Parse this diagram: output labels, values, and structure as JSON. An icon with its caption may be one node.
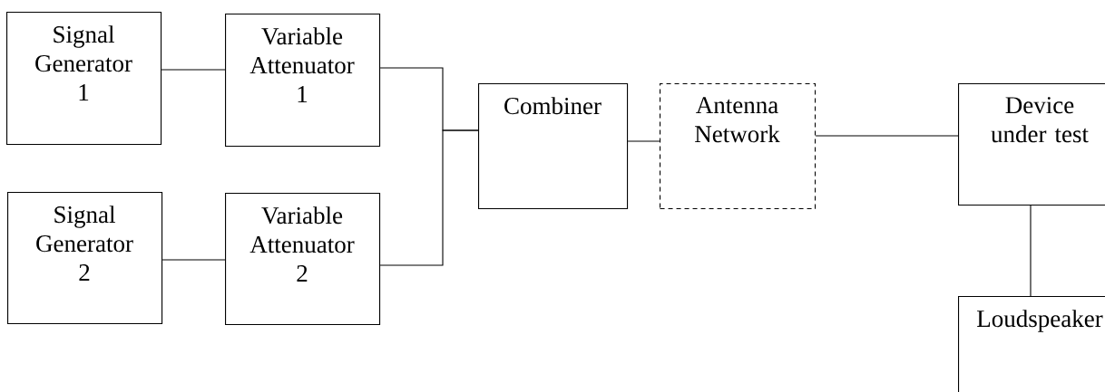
{
  "diagram": {
    "nodes": [
      {
        "text": [
          "Signal Generator 1"
        ]
      },
      {
        "text": [
          "Variable Attenuator 1"
        ]
      },
      {
        "text": [
          "Signal Generator 2"
        ]
      },
      {
        "text": [
          "Variable Attenuator 2"
        ]
      },
      {
        "text": [
          "Combiner"
        ]
      },
      {
        "text": [
          "Antenna Network"
        ]
      },
      {
        "text": [
          "Device under test"
        ]
      },
      {
        "text": [
          "Loudspeaker"
        ]
      }
    ],
    "edges": [
      {
        "from": 0,
        "to": 1,
        "arrow": "none"
      },
      {
        "from": 2,
        "to": 3,
        "arrow": "none"
      },
      {
        "from": 1,
        "to": 4,
        "arrow": "none"
      },
      {
        "from": 3,
        "to": 4,
        "arrow": "none"
      },
      {
        "from": 4,
        "to": 5,
        "arrow": "none"
      },
      {
        "from": 5,
        "to": 6,
        "arrow": "none"
      },
      {
        "from": 6,
        "to": 7,
        "arrow": "none"
      }
    ]
  }
}
